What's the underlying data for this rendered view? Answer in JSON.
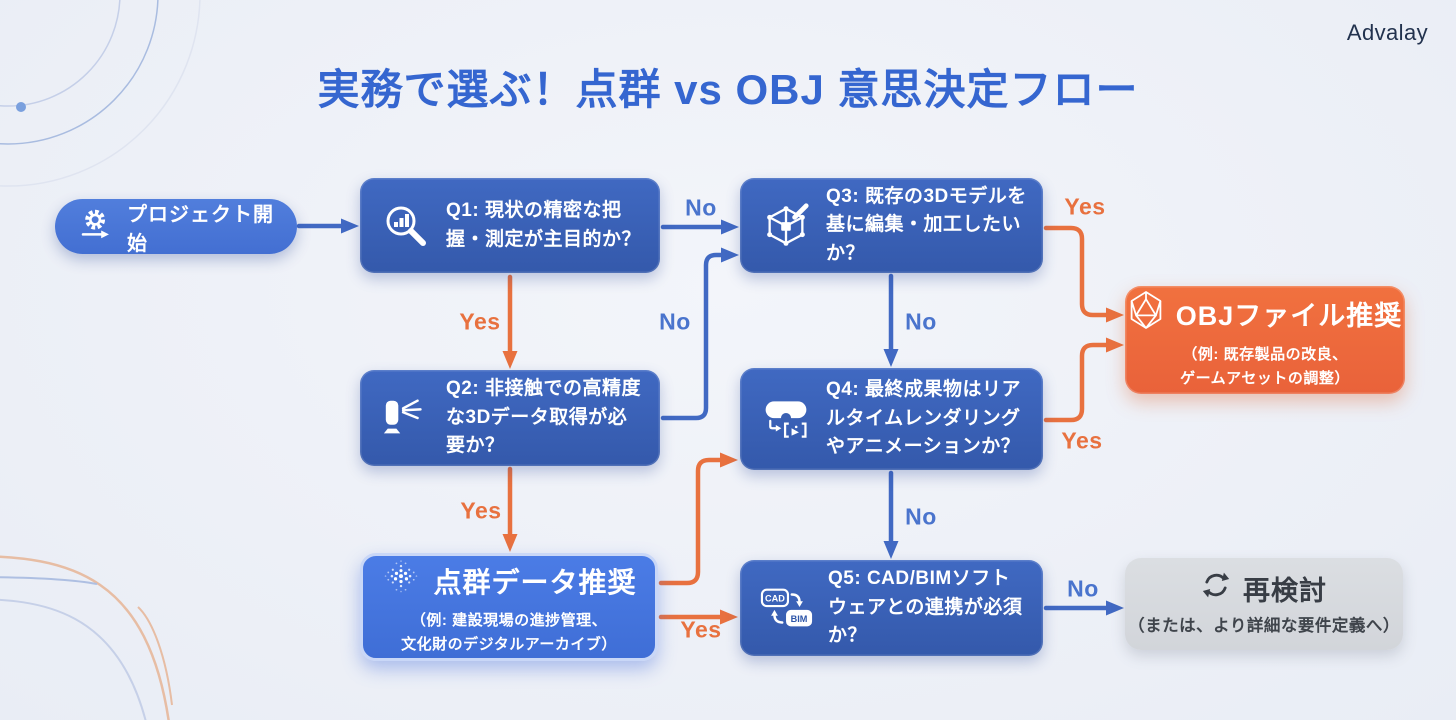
{
  "brand": "Advalay",
  "title": "実務で選ぶ！点群 vs OBJ 意思決定フロー",
  "start": {
    "label": "プロジェクト開始"
  },
  "questions": {
    "q1": "Q1: 現状の精密な把握・測定が主目的か？",
    "q2": "Q2: 非接触での高精度な3Dデータ取得が必要か？",
    "q3": "Q3: 既存の3Dモデルを基に編集・加工したいか？",
    "q4": "Q4: 最終成果物はリアルタイムレンダリングやアニメーションか？",
    "q5": "Q5: CAD/BIMソフトウェアとの連携が必須か？"
  },
  "results": {
    "obj": {
      "title": "OBJファイル推奨",
      "example_line1": "（例: 既存製品の改良、",
      "example_line2": "ゲームアセットの調整）"
    },
    "pointcloud": {
      "title": "点群データ推奨",
      "example_line1": "（例: 建設現場の進捗管理、",
      "example_line2": "文化財のデジタルアーカイブ）"
    },
    "reconsider": {
      "title": "再検討",
      "note": "（または、より詳細な要件定義へ）"
    }
  },
  "edge_labels": {
    "q1_no": "No",
    "q1_yes": "Yes",
    "q2_no": "No",
    "q2_yes": "Yes",
    "q3_yes": "Yes",
    "q3_no": "No",
    "q4_yes": "Yes",
    "q4_no": "No",
    "q5_yes": "Yes",
    "q5_no": "No"
  },
  "cad_bim": {
    "cad": "CAD",
    "bim": "BIM"
  },
  "icons": {
    "start": "gear-arrow-icon",
    "q1": "magnifier-chart-icon",
    "q2": "3d-scanner-icon",
    "q3": "mesh-edit-icon",
    "q4": "vr-headset-icon",
    "q5": "cad-bim-swap-icon",
    "obj": "icosahedron-icon",
    "pointcloud": "point-cloud-icon",
    "reconsider": "refresh-icon"
  },
  "colors": {
    "background": "#edf0f7",
    "title": "#3566d0",
    "question_box": "#3a64b8",
    "start_pill": "#4a77d8",
    "pointcloud_box": "#4678e0",
    "obj_box": "#ee6a3c",
    "reconsider_box": "#d6d9dd",
    "arrow_blue": "#4169c3",
    "arrow_orange": "#e8713f"
  }
}
